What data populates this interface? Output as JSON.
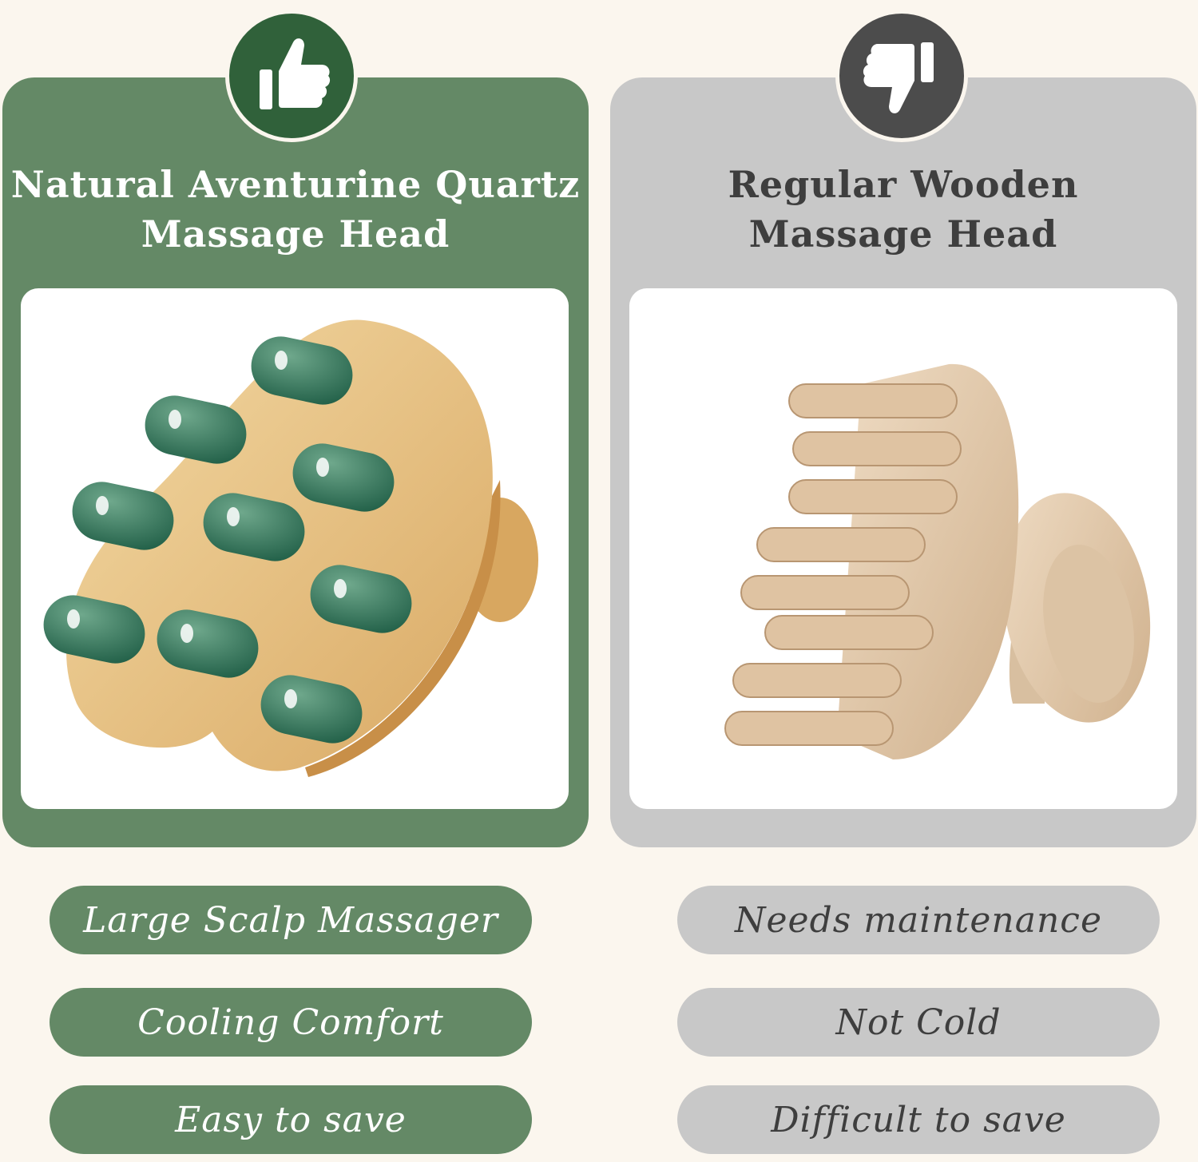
{
  "left": {
    "title_line1": "Natural Aventurine Quartz",
    "title_line2": "Massage Head",
    "badge_icon": "thumbs-up-icon",
    "color": "#648966",
    "features": [
      "Large Scalp Massager",
      "Cooling Comfort",
      "Easy to save"
    ]
  },
  "right": {
    "title_line1": "Regular Wooden",
    "title_line2": "Massage Head",
    "badge_icon": "thumbs-down-icon",
    "color": "#c8c8c8",
    "features": [
      "Needs maintenance",
      "Not Cold",
      "Difficult to save"
    ]
  }
}
